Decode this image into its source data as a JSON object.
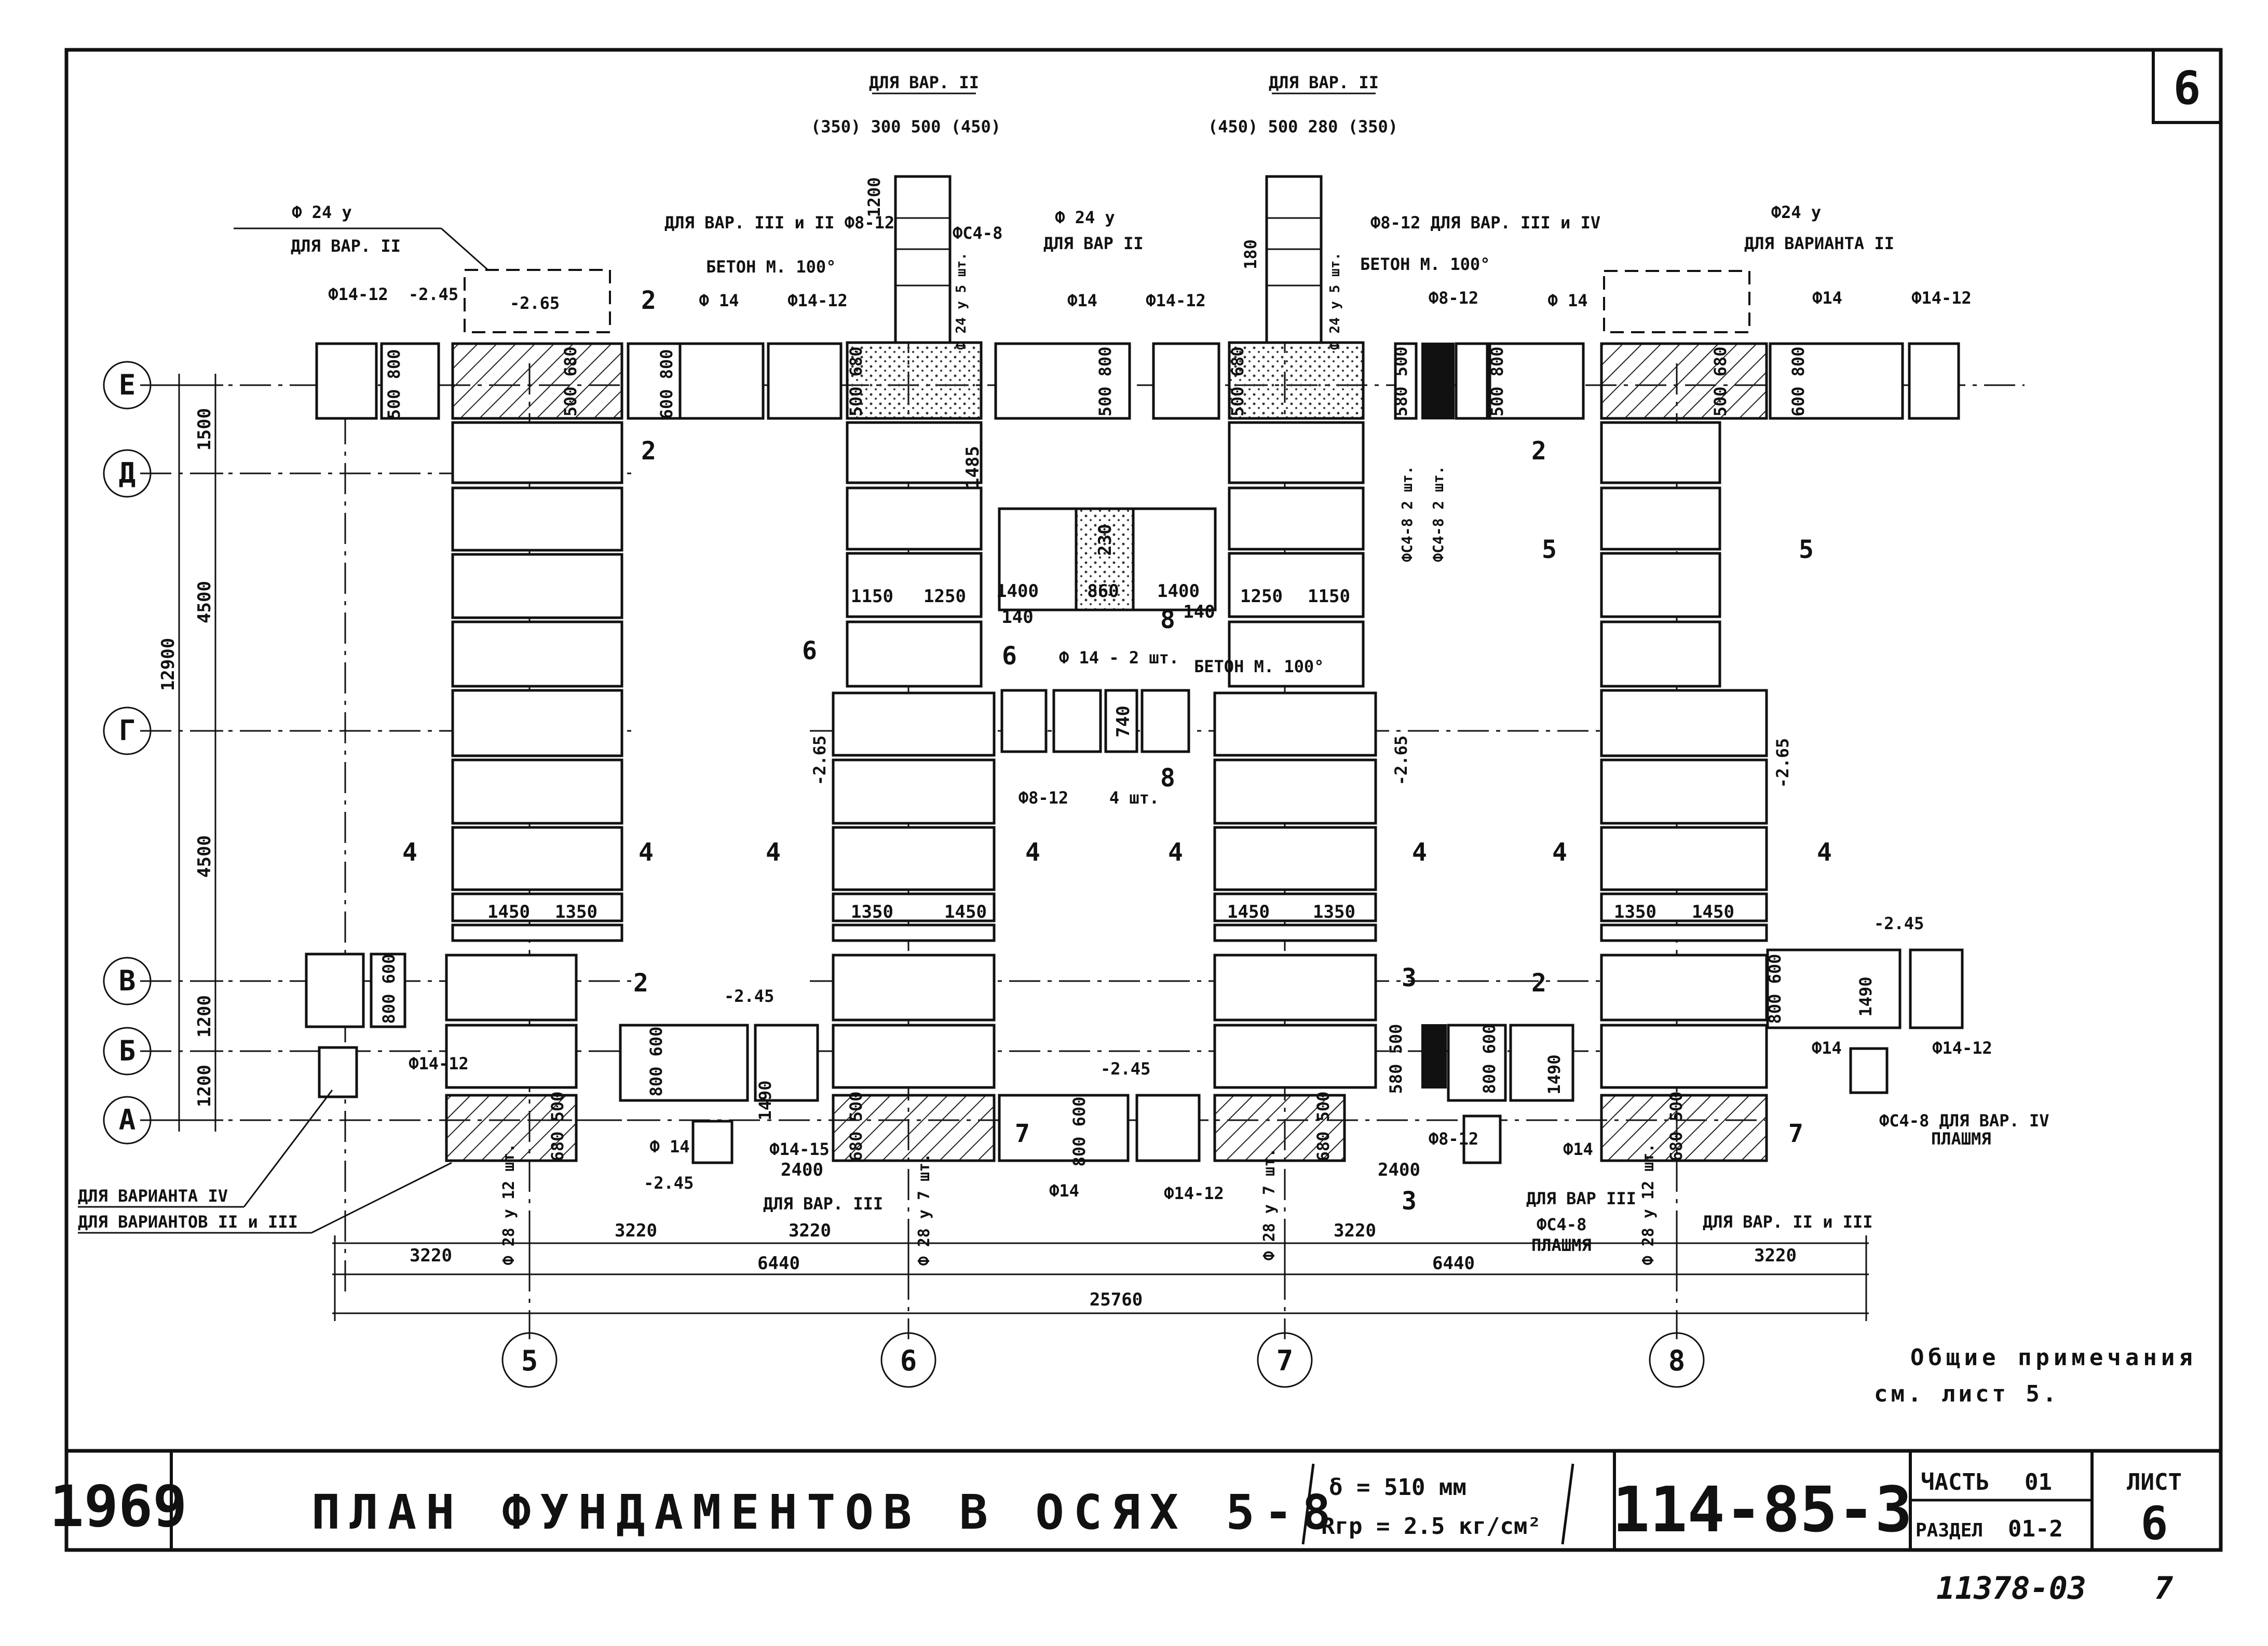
{
  "sheet_number_corner": "6",
  "axes": {
    "rows": [
      "Е",
      "Д",
      "Г",
      "В",
      "Б",
      "А"
    ],
    "columns": [
      "5",
      "6",
      "7",
      "8"
    ]
  },
  "dims": {
    "left_vertical": [
      "1500",
      "4500",
      "4500",
      "1200",
      "1200"
    ],
    "left_total": "12900",
    "bottom_row1": [
      "3220",
      "3220",
      "3220",
      "3220"
    ],
    "bottom_row2": [
      "6440",
      "6440"
    ],
    "bottom_total": "25760",
    "bays_left": [
      "1450",
      "1350"
    ],
    "bays_mid_left": [
      "1350",
      "1450"
    ],
    "bays_mid_right": [
      "1450",
      "1350"
    ],
    "bays_right": [
      "1350",
      "1450"
    ],
    "top_left_pair": [
      "1150",
      "1250"
    ],
    "top_center": [
      "1400",
      "860",
      "1400"
    ],
    "top_right_pair": [
      "1250",
      "1150"
    ],
    "d2400_left": "2400",
    "d2400_right": "2400",
    "d1485": "1485",
    "d1490a": "1490",
    "d1490b": "1490",
    "d1490c": "1490",
    "d140a": "140",
    "d140b": "140",
    "d230": "230",
    "d740": "740"
  },
  "top_notes": {
    "var2_left_title": "ДЛЯ ВАР. II",
    "var2_left_dims": "(350) 300 500 (450)",
    "var2_right_title": "ДЛЯ ВАР. II",
    "var2_right_dims": "(450) 500 280 (350)",
    "d1200": "1200",
    "d180": "180"
  },
  "labels": {
    "f24y_var2": "Ф 24 у",
    "dlya_var2": "ДЛЯ ВАР. II",
    "f14_12_a": "Ф14-12",
    "f14_12_b": "Ф14-12",
    "f14_12_c": "Ф14-12",
    "f14_12_d": "Ф14-12",
    "f14_12_e": "Ф14-12",
    "f14_12_f": "Ф14-12",
    "f14_12_g": "Ф14-12",
    "f14_a": "Ф 14",
    "f14_b": "Ф14",
    "f14_c": "Ф 14",
    "f14_d": "Ф14",
    "f14_e": "Ф 14",
    "f14_f": "Ф14",
    "f14_g": "Ф14",
    "m265_a": "-2.65",
    "m245_a": "-2.45",
    "m265_b": "-2.65",
    "m265_c": "-2.65",
    "m245_b": "-2.45",
    "m245_c": "-2.45",
    "m245_d": "-2.45",
    "m245_e": "-2.45",
    "var3_4_f8_12": "ДЛЯ ВАР. III и II Ф8-12",
    "fc4_8_top": "ФС4-8",
    "f24y_center": "Ф 24 у",
    "dlya_var_center": "ДЛЯ ВАР II",
    "beton_left": "БЕТОН М. 100°",
    "f24y_5sht_left": "Ф 24 у 5 шт.",
    "f8_12_var3": "Ф8-12 ДЛЯ ВАР. III и IV",
    "beton_right": "БЕТОН М. 100°",
    "f24y_5sht_right": "Ф 24 у 5 шт.",
    "f8_12_top": "Ф8-12",
    "f24y_var2_right": "Ф24 у",
    "dlya_varianta_2": "ДЛЯ ВАРИАНТА II",
    "fc4_8_2sht_a": "ФС4-8 2 шт.",
    "fc4_8_2sht_b": "ФС4-8 2 шт.",
    "f14_2sht": "Ф 14 - 2 шт.",
    "beton_mid": "БЕТОН М. 100°",
    "f8_12_mid": "Ф8-12",
    "sht4": "4 шт.",
    "f28y_12sht_a": "Ф 28 у 12 шт.",
    "f28y_7sht_a": "Ф 28 у 7 шт.",
    "f28y_7sht_b": "Ф 28 у 7 шт.",
    "f28y_12sht_b": "Ф 28 у 12 шт.",
    "f14_15": "Ф14-15",
    "f14_12_bot": "Ф14-12",
    "f8_12_bot": "Ф8-12",
    "dlya_var3_a": "ДЛЯ ВАР. III",
    "dlya_var3_b": "ДЛЯ ВАР III",
    "fc4_8_bot": "ФС4-8",
    "plashmya_a": "ПЛАШМЯ",
    "dlya_var_2_3": "ДЛЯ ВАР. II и III",
    "fc4_8_var4": "ФС4-8 ДЛЯ ВАР. IV",
    "plashmya_b": "ПЛАШМЯ",
    "dlya_varianta_4": "ДЛЯ ВАРИАНТА IV",
    "dlya_variantov_2_3": "ДЛЯ ВАРИАНТОВ II и III"
  },
  "block_dims": {
    "b500_800": "500 800",
    "b600_800": "600 800",
    "b500_680": "500 680",
    "b580_500": "580 500",
    "b800_600": "800 600",
    "b680_500": "680 500"
  },
  "section_marks": {
    "s2": "2",
    "s4": "4",
    "s5": "5",
    "s6": "6",
    "s7": "7",
    "s3": "3",
    "s8": "8"
  },
  "notes": {
    "general": "Общие примечания",
    "see_sheet": "см. лист 5."
  },
  "title_block": {
    "year": "1969",
    "title": "ПЛАН ФУНДАМЕНТОВ В ОСЯХ 5-8",
    "delta": "δ = 510 мм",
    "rgr": "Rгр = 2.5 кг/см²",
    "code": "114-85-3",
    "part_label": "ЧАСТЬ",
    "part_value": "01",
    "section_label": "РАЗДЕЛ",
    "section_value": "01-2",
    "sheet_label": "ЛИСТ",
    "sheet_value": "6"
  },
  "footer": {
    "archive": "11378-03",
    "page": "7"
  }
}
